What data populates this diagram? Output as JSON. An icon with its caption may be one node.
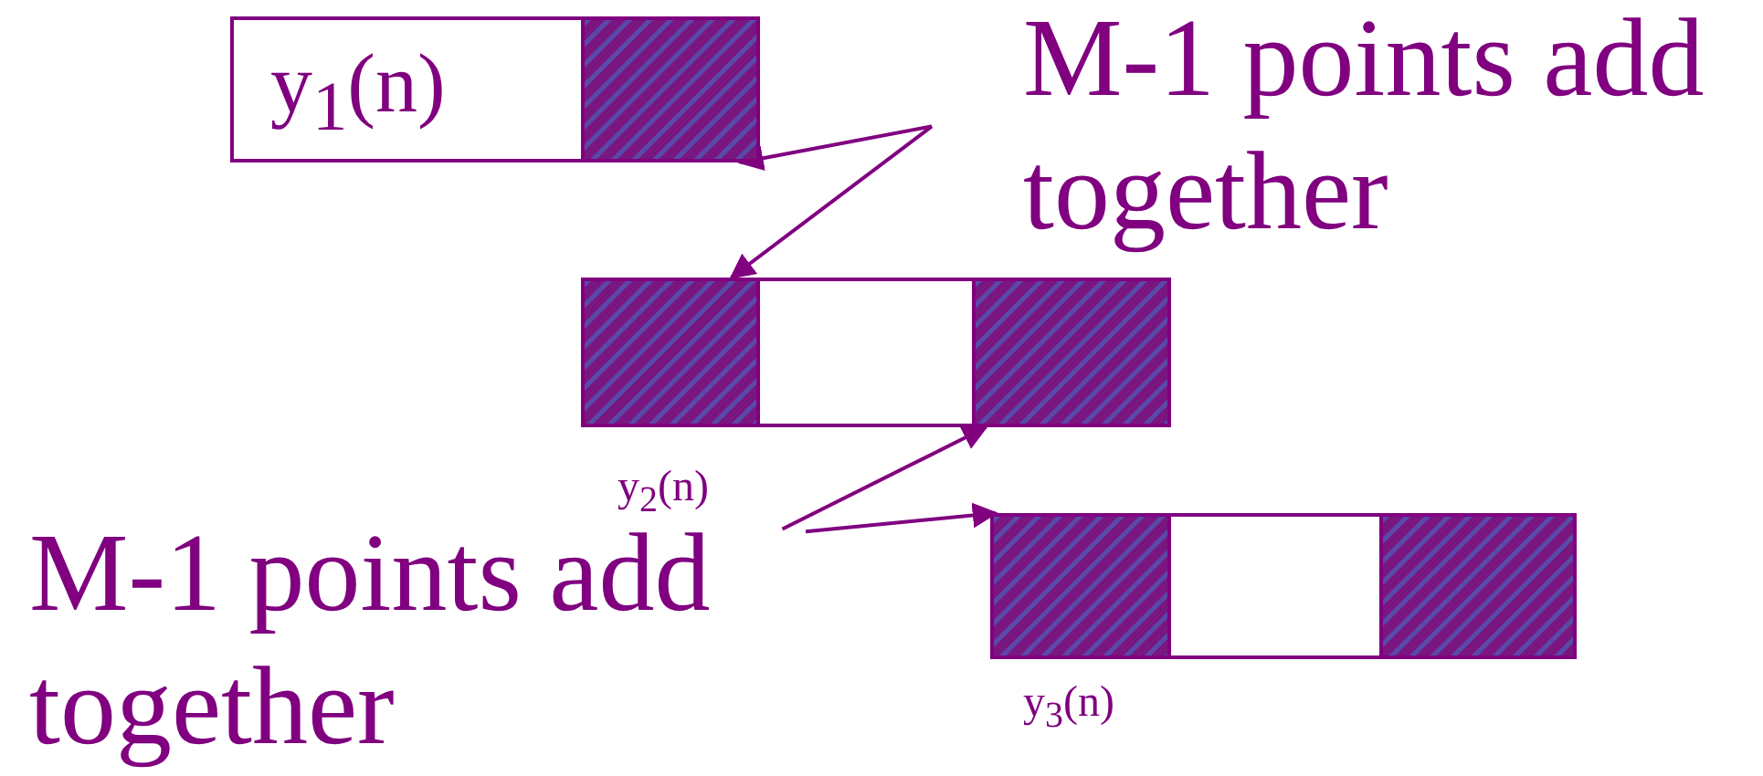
{
  "diagram": {
    "nodes": [
      {
        "text": [
          "M-1 points add together"
        ]
      },
      {
        "text": [
          "y$_{1}$(n)"
        ]
      },
      {
        "text": [],
        "shape": "box"
      },
      {
        "text": [],
        "shape": "box"
      },
      {
        "text": [],
        "shape": "box"
      },
      {
        "text": [],
        "shape": "box"
      },
      {
        "text": [
          "M-1 points add together"
        ]
      },
      {
        "text": [],
        "shape": "box"
      },
      {
        "text": [],
        "shape": "box"
      },
      {
        "text": [],
        "shape": "box"
      }
    ],
    "edges": [
      {
        "from": 0,
        "to": 2,
        "arrow": "to"
      },
      {
        "from": 0,
        "to": 3,
        "arrow": "to"
      },
      {
        "from": 6,
        "to": 5,
        "arrow": "to"
      },
      {
        "from": 6,
        "to": 7,
        "arrow": "to"
      }
    ],
    "labels": [
      "y$_{2}$(n)",
      "y$_{3}$(n)"
    ]
  }
}
